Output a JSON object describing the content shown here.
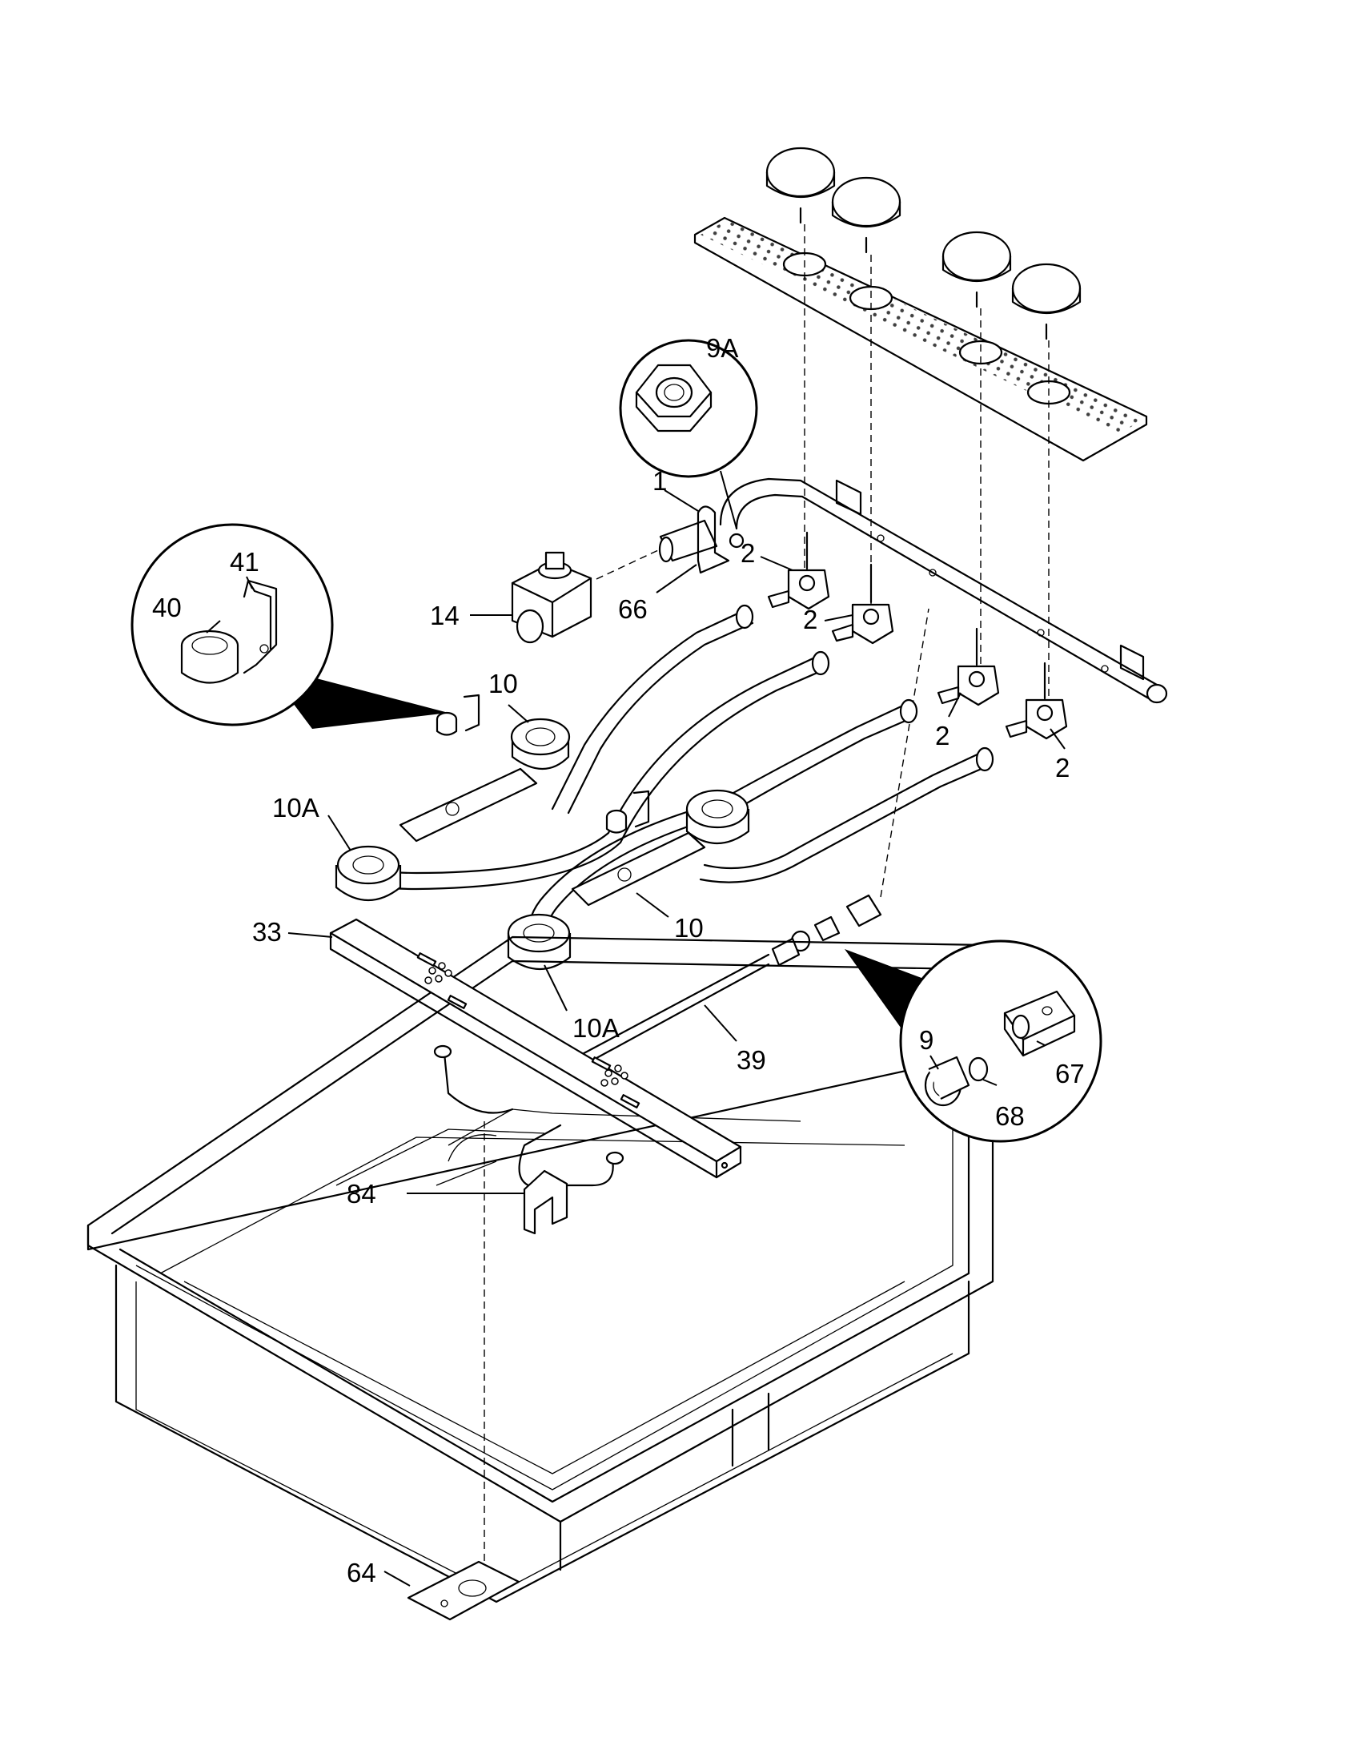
{
  "callouts": {
    "c1": "1",
    "c2a": "2",
    "c2b": "2",
    "c2c": "2",
    "c2d": "2",
    "c9": "9",
    "c9a": "9A",
    "c10a": "10",
    "c10b": "10",
    "c10A_a": "10A",
    "c10A_b": "10A",
    "c14": "14",
    "c33": "33",
    "c39": "39",
    "c40": "40",
    "c41": "41",
    "c64": "64",
    "c66": "66",
    "c67": "67",
    "c68": "68",
    "c84": "84"
  }
}
